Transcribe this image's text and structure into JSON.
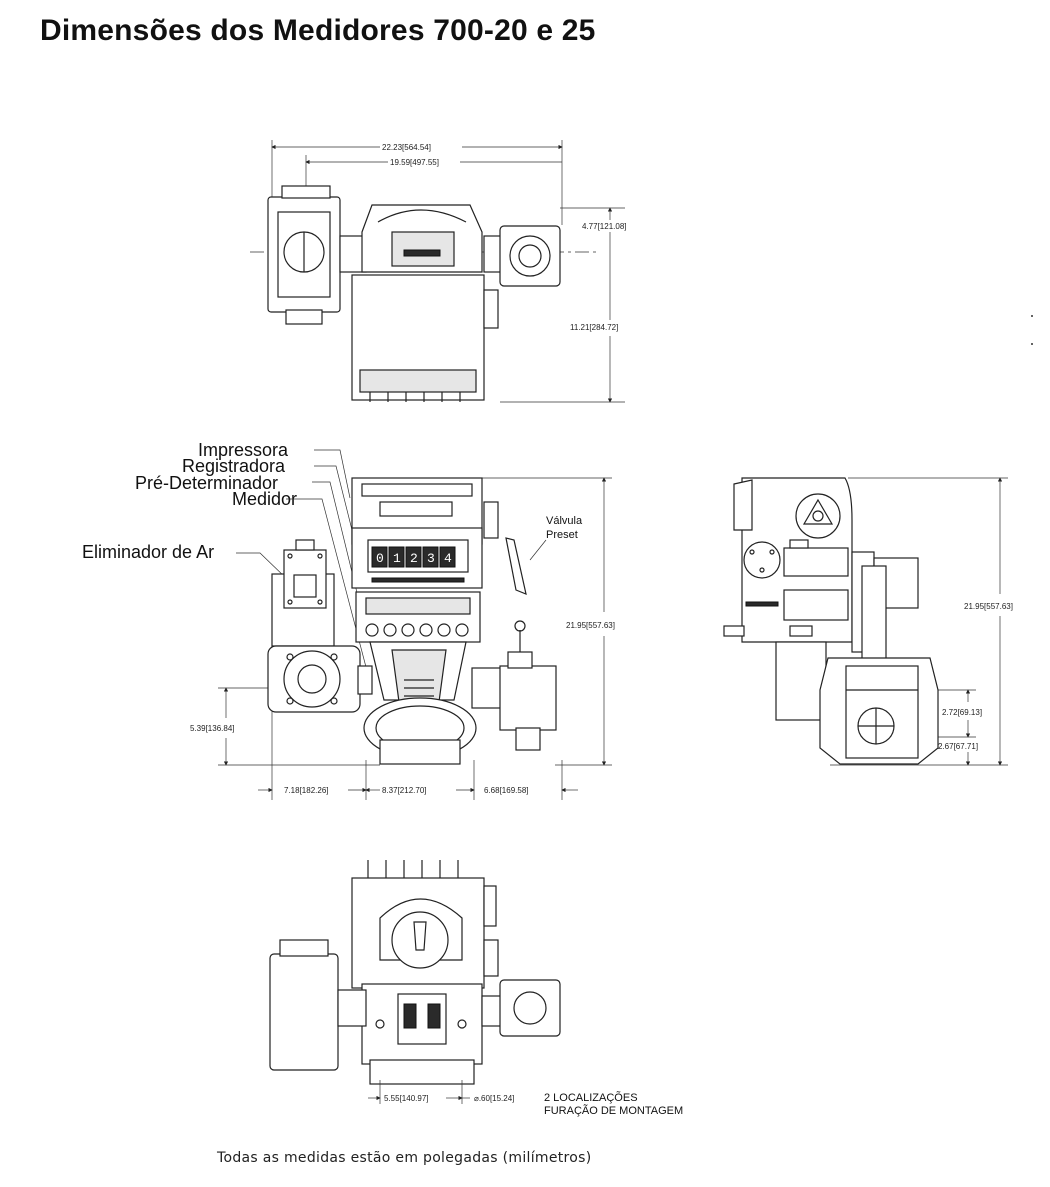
{
  "title": "Dimensões dos Medidores 700-20 e 25",
  "views": {
    "top": {
      "dims": {
        "overall_width": "22.23[564.54]",
        "inner_width": "19.59[497.55]",
        "right_height": "4.77[121.08]",
        "depth": "11.21[284.72]"
      }
    },
    "front": {
      "labels": {
        "impressora": "Impressora",
        "registradora": "Registradora",
        "pre_determinador": "Pré-Determinador",
        "medidor": "Medidor",
        "eliminador": "Eliminador de Ar",
        "valvula_line1": "Válvula",
        "valvula_line2": "Preset"
      },
      "counter_digits": [
        "0",
        "1",
        "2",
        "3",
        "4"
      ],
      "dims": {
        "height": "21.95[557.63]",
        "inlet_height": "5.39[136.84]",
        "left_width": "7.18[182.26]",
        "center_width": "8.37[212.70]",
        "right_width": "6.68[169.58]"
      }
    },
    "side": {
      "dims": {
        "height": "21.95[557.63]",
        "upper_offset": "2.72[69.13]",
        "lower_offset": "2.67[67.71]"
      }
    },
    "bottom": {
      "dims": {
        "hole_spacing": "5.55[140.97]",
        "hole_diameter": "⌀.60[15.24]"
      },
      "note_line1": "2 LOCALIZAÇÕES",
      "note_line2": "FURAÇÃO DE MONTAGEM"
    }
  },
  "footer_note": "Todas as medidas estão em polegadas (milímetros)"
}
